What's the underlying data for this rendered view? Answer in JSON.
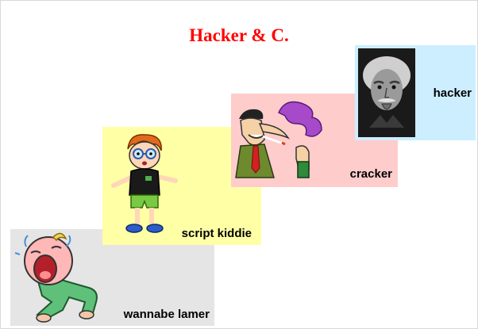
{
  "slide": {
    "title": "Hacker & C.",
    "title_color": "#ff0000"
  },
  "cards": {
    "lamer": {
      "label": "wannabe lamer",
      "background": "#e5e5e5",
      "image": "crying-baby-icon"
    },
    "kiddie": {
      "label": "script kiddie",
      "background": "#ffffa5",
      "image": "kid-with-glasses-icon"
    },
    "cracker": {
      "label": "cracker",
      "background": "#ffcccc",
      "image": "smoking-man-icon"
    },
    "hacker": {
      "label": "hacker",
      "background": "#cceeff",
      "image": "einstein-photo"
    }
  }
}
